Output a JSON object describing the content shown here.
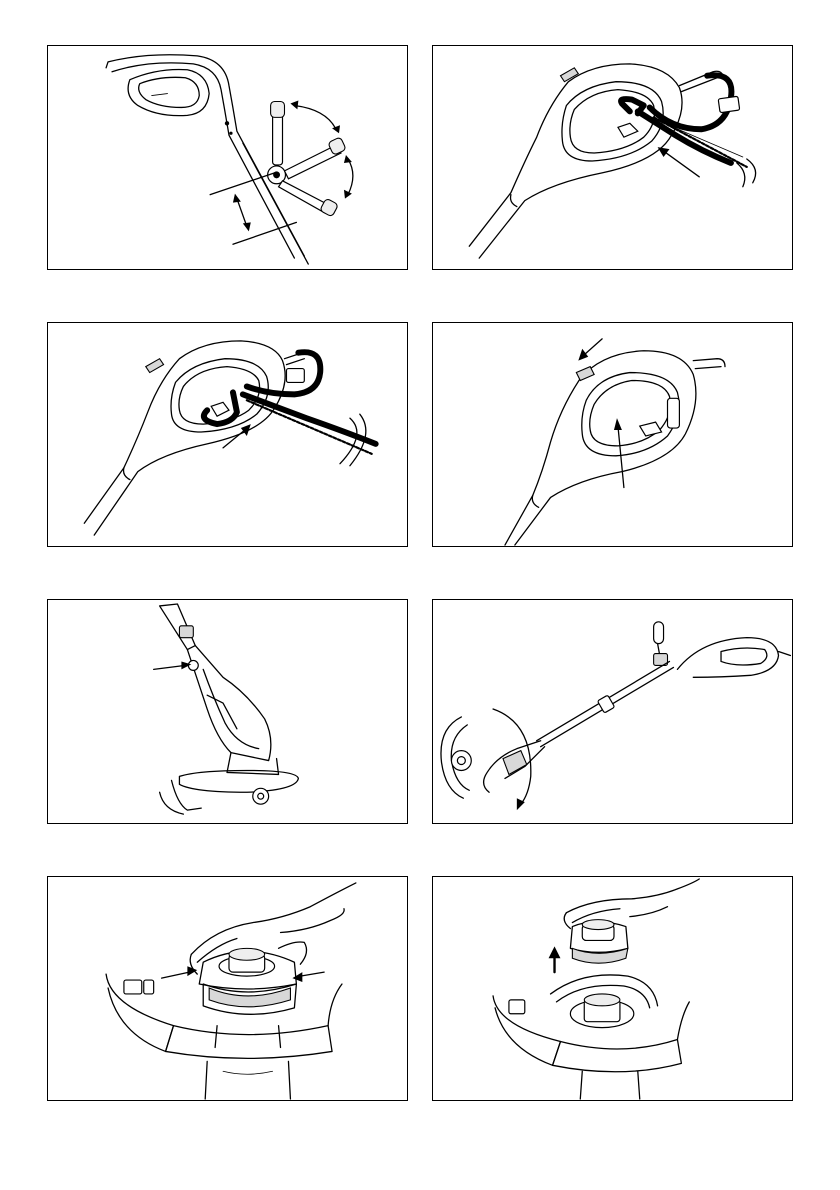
{
  "document": {
    "type": "instruction-manual-figure-page",
    "colors": {
      "line": "#000000",
      "background": "#ffffff",
      "shade": "#d8d8d8"
    }
  },
  "figures": [
    {
      "id": 1,
      "depicts": "handle-angle-adjustment",
      "icons": [
        "curved-arrow-icon",
        "double-arrow-icon"
      ]
    },
    {
      "id": 2,
      "depicts": "cord-strain-relief-hook",
      "icons": [
        "arrow-icon"
      ]
    },
    {
      "id": 3,
      "depicts": "cord-loop-inserted",
      "icons": [
        "arrow-icon"
      ]
    },
    {
      "id": 4,
      "depicts": "switch-lock-off-and-trigger",
      "icons": [
        "arrow-icon"
      ]
    },
    {
      "id": 5,
      "depicts": "motor-housing-vent",
      "icons": [
        "arrow-icon"
      ]
    },
    {
      "id": 6,
      "depicts": "trimmer-head-rotation",
      "icons": [
        "curved-arrow-icon"
      ]
    },
    {
      "id": 7,
      "depicts": "press-spool-cover-tabs",
      "icons": [
        "arrow-icon"
      ]
    },
    {
      "id": 8,
      "depicts": "remove-spool-cover",
      "icons": [
        "arrow-up-icon"
      ]
    }
  ]
}
